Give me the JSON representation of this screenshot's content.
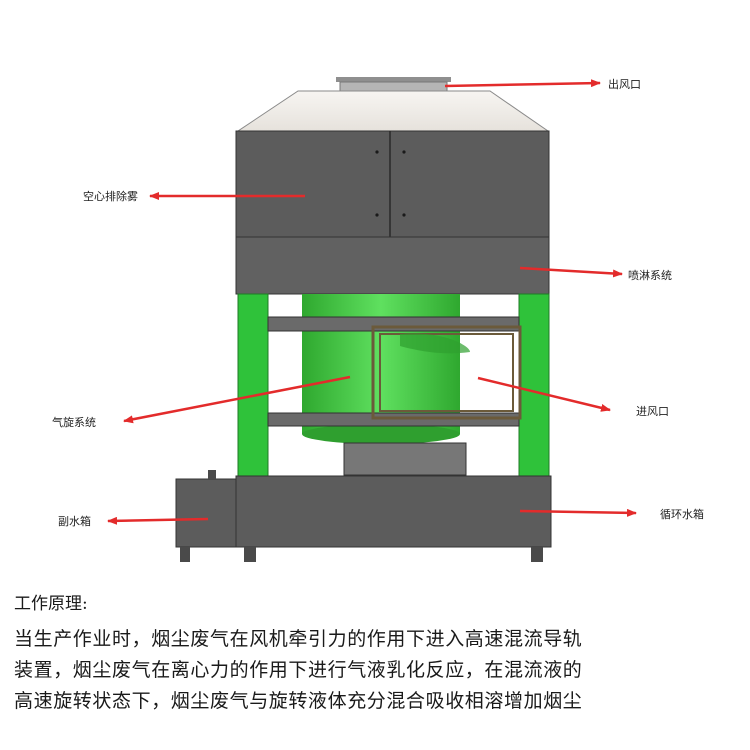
{
  "labels": {
    "outlet": "出风口",
    "hollow_chamber": "空心排除雾",
    "spray_system": "喷淋系统",
    "swirl_system": "气旋系统",
    "inlet": "进风口",
    "aux_tank": "副水箱",
    "circulation_tank": "循环水箱"
  },
  "colors": {
    "body_gray": "#5e5e5e",
    "frame_green": "#2fc23a",
    "drum_green": "#3ecf3e",
    "arrow_red": "#e32b2b",
    "hood": "#f2efe9"
  },
  "description": {
    "heading": "工作原理:",
    "lines": [
      "当生产作业时，烟尘废气在风机牵引力的作用下进入高速混流导轨",
      "装置，烟尘废气在离心力的作用下进行气液乳化反应，在混流液的",
      "高速旋转状态下，烟尘废气与旋转液体充分混合吸收相溶增加烟尘"
    ]
  }
}
